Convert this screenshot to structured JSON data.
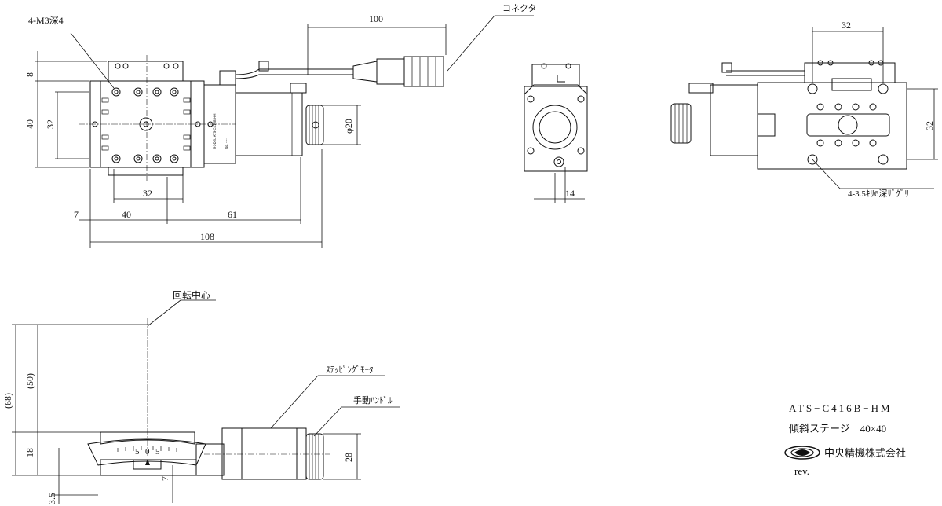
{
  "top_view": {
    "callout_tapped_holes": "4-M3深4",
    "dim_cable_to_connector": "100",
    "callout_connector": "コネクタ",
    "dim_top_offset": "8",
    "dim_height_outer": "40",
    "dim_hole_pitch_vertical": "32",
    "dim_knob_diameter": "φ20",
    "dim_hole_pitch_horizontal": "32",
    "dim_left_margin": "7",
    "dim_stage_width": "40",
    "dim_motor_length": "61",
    "dim_total_length": "108"
  },
  "side_view": {
    "dim_offset": "14"
  },
  "end_view": {
    "dim_hole_pitch_top": "32",
    "dim_hole_pitch_right": "32",
    "callout_counterbore": "4-3.5ｷﾘ6深ｻﾞｸﾞﾘ"
  },
  "front_view": {
    "callout_rotation_center": "回転中心",
    "callout_stepping_motor": "ｽﾃｯﾋﾟﾝｸﾞﾓｰﾀ",
    "callout_hand_knob": "手動ﾊﾝﾄﾞﾙ",
    "dim_total_height": "(68)",
    "dim_center_height": "(50)",
    "dim_body_height": "18",
    "dim_base_offset": "3.5",
    "dim_base_step": "7",
    "dim_motor_height": "28",
    "scale_labels": [
      "5",
      "0",
      "5"
    ]
  },
  "title_block": {
    "model": "ATS−C416B−HM",
    "name": "傾斜ステージ　40×40",
    "company": "中央精機株式会社",
    "rev": "rev."
  }
}
